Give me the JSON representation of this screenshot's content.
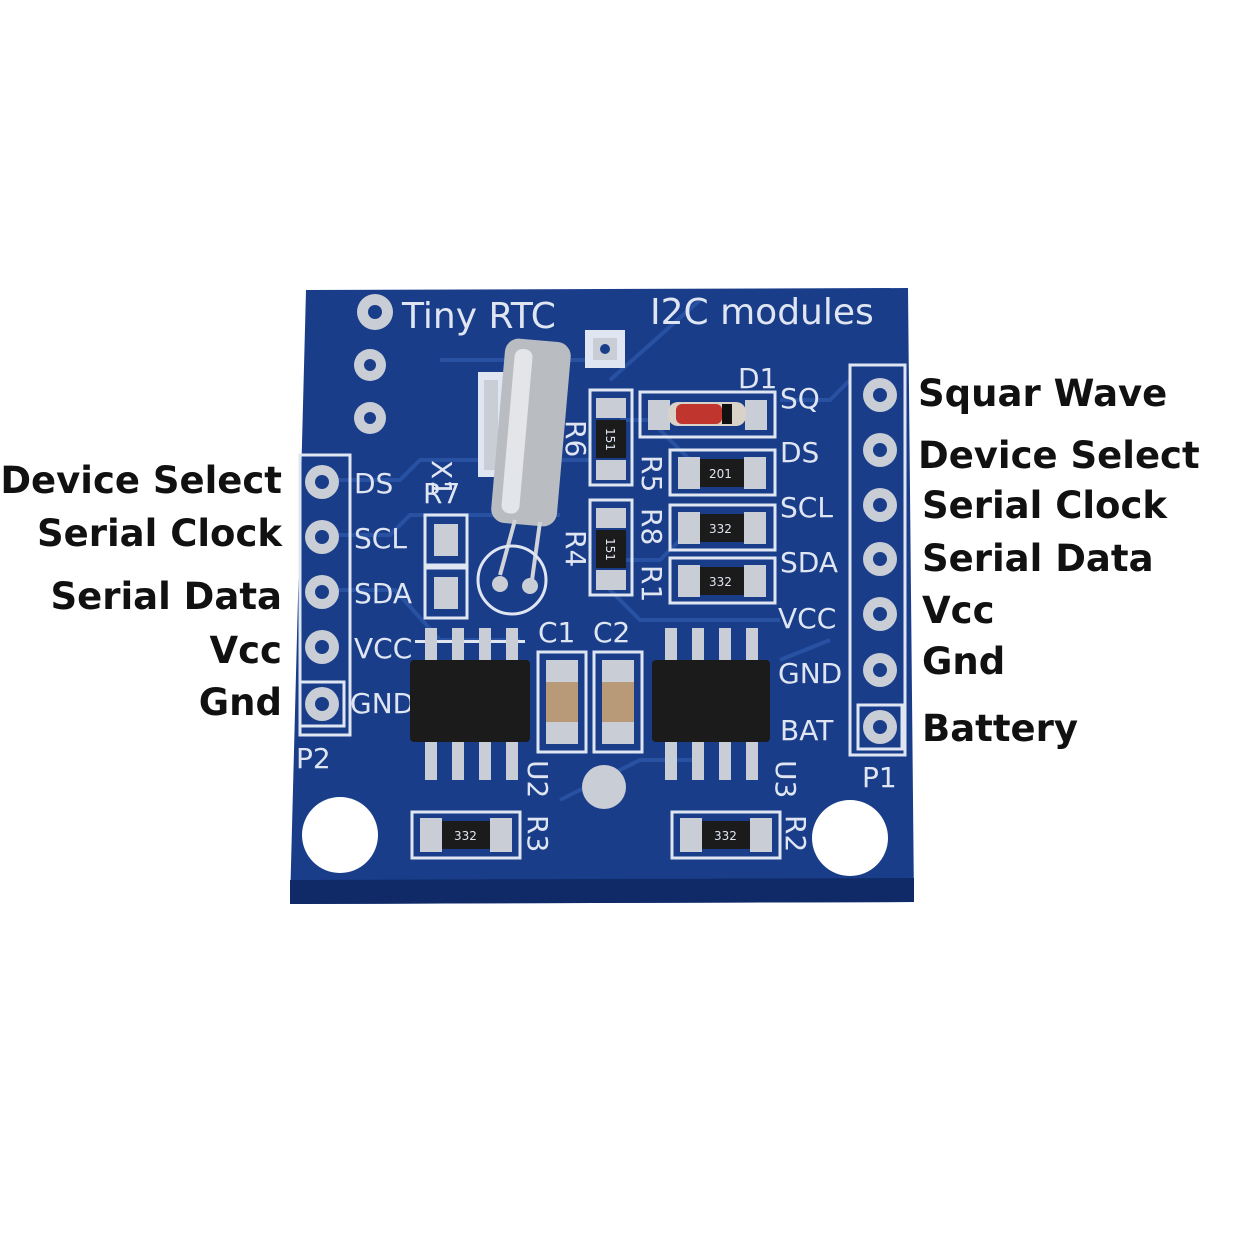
{
  "colors": {
    "pcb": "#1a3d8a",
    "pcb_dark": "#0f2a66",
    "silkscreen": "#dfe6f2",
    "pad": "#c9ced6",
    "chip": "#1b1b1b",
    "crystal": "#b9bcc0",
    "label": "#111111"
  },
  "board": {
    "title_left": "Tiny RTC",
    "title_right": "I2C modules",
    "header_p2": "P2",
    "header_p1": "P1",
    "p2_pins": [
      "DS",
      "SCL",
      "SDA",
      "VCC",
      "GND"
    ],
    "p1_pins": [
      "SQ",
      "DS",
      "SCL",
      "SDA",
      "VCC",
      "GND",
      "BAT"
    ],
    "refdes": {
      "x1": "X1",
      "r7": "R7",
      "r6": "R6",
      "r5": "R5",
      "r8": "R8",
      "r4": "R4",
      "r1": "R1",
      "d1": "D1",
      "c1": "C1",
      "c2": "C2",
      "u2": "U2",
      "u3": "U3",
      "r3": "R3",
      "r2": "R2"
    },
    "resistor_codes": {
      "r6": "151",
      "r5": "201",
      "r8": "332",
      "r4": "151",
      "r1": "332",
      "r3": "332",
      "r2": "332"
    }
  },
  "labels": {
    "left": [
      "Device Select",
      "Serial Clock",
      "Serial Data",
      "Vcc",
      "Gnd"
    ],
    "right": [
      "Squar Wave",
      "Device Select",
      "Serial Clock",
      "Serial Data",
      "Vcc",
      "Gnd",
      "Battery"
    ]
  }
}
